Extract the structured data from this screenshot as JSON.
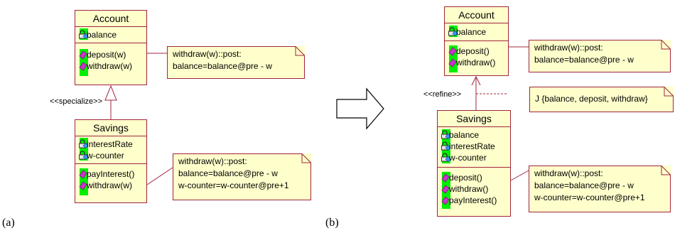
{
  "diagram_a": {
    "panel_label": "(a)",
    "account": {
      "name": "Account",
      "attributes": [
        "balance"
      ],
      "operations": [
        "deposit(w)",
        "withdraw(w)"
      ]
    },
    "savings": {
      "name": "Savings",
      "attributes": [
        "interestRate",
        "w-counter"
      ],
      "operations": [
        "payInterest()",
        "withdraw(w)"
      ]
    },
    "relation_label": "<<specialize>>",
    "note_account": [
      "withdraw(w)::post:",
      "balance=balance@pre - w"
    ],
    "note_savings": [
      "withdraw(w)::post:",
      "balance=balance@pre - w",
      "w-counter=w-counter@pre+1"
    ]
  },
  "arrow_icon": "hollow-right-arrow-icon",
  "diagram_b": {
    "panel_label": "(b)",
    "account": {
      "name": "Account",
      "attributes": [
        "balance"
      ],
      "operations": [
        "deposit()",
        "withdraw()"
      ]
    },
    "savings": {
      "name": "Savings",
      "attributes": [
        "balance",
        "interestRate",
        "w-counter"
      ],
      "operations": [
        "deposit()",
        "withdraw()",
        "payInterest()"
      ]
    },
    "relation_label": "<<refine>>",
    "note_account": [
      "withdraw(w)::post:",
      "balance=balance@pre - w"
    ],
    "note_mapping": [
      "J {balance, deposit, withdraw}"
    ],
    "note_savings": [
      "withdraw(w)::post:",
      "balance=balance@pre - w",
      "w-counter=w-counter@pre+1"
    ]
  },
  "colors": {
    "class_fill": "#ffffcc",
    "class_border": "#a0243c",
    "icon_bar": "#00ee00",
    "operation_icon": "#cc33cc",
    "attribute_icon": "#3399ff",
    "connector": "#a0243c"
  }
}
